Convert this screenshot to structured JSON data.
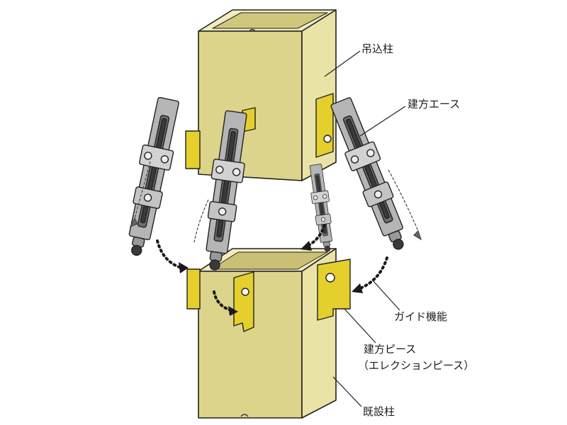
{
  "labels": {
    "upper_column": "吊込柱",
    "erection_tool": "建方エース",
    "guide_function": "ガイド機能",
    "erection_piece": "建方ピース",
    "erection_piece_sub": "（エレクションピース）",
    "existing_column": "既設柱"
  },
  "colors": {
    "column_face": "#dcd48a",
    "column_side": "#e9e3a6",
    "column_top": "#f1ecbe",
    "piece_yellow": "#e5cf2c",
    "tool_gray": "#b5b5b5",
    "outline": "#222222"
  }
}
